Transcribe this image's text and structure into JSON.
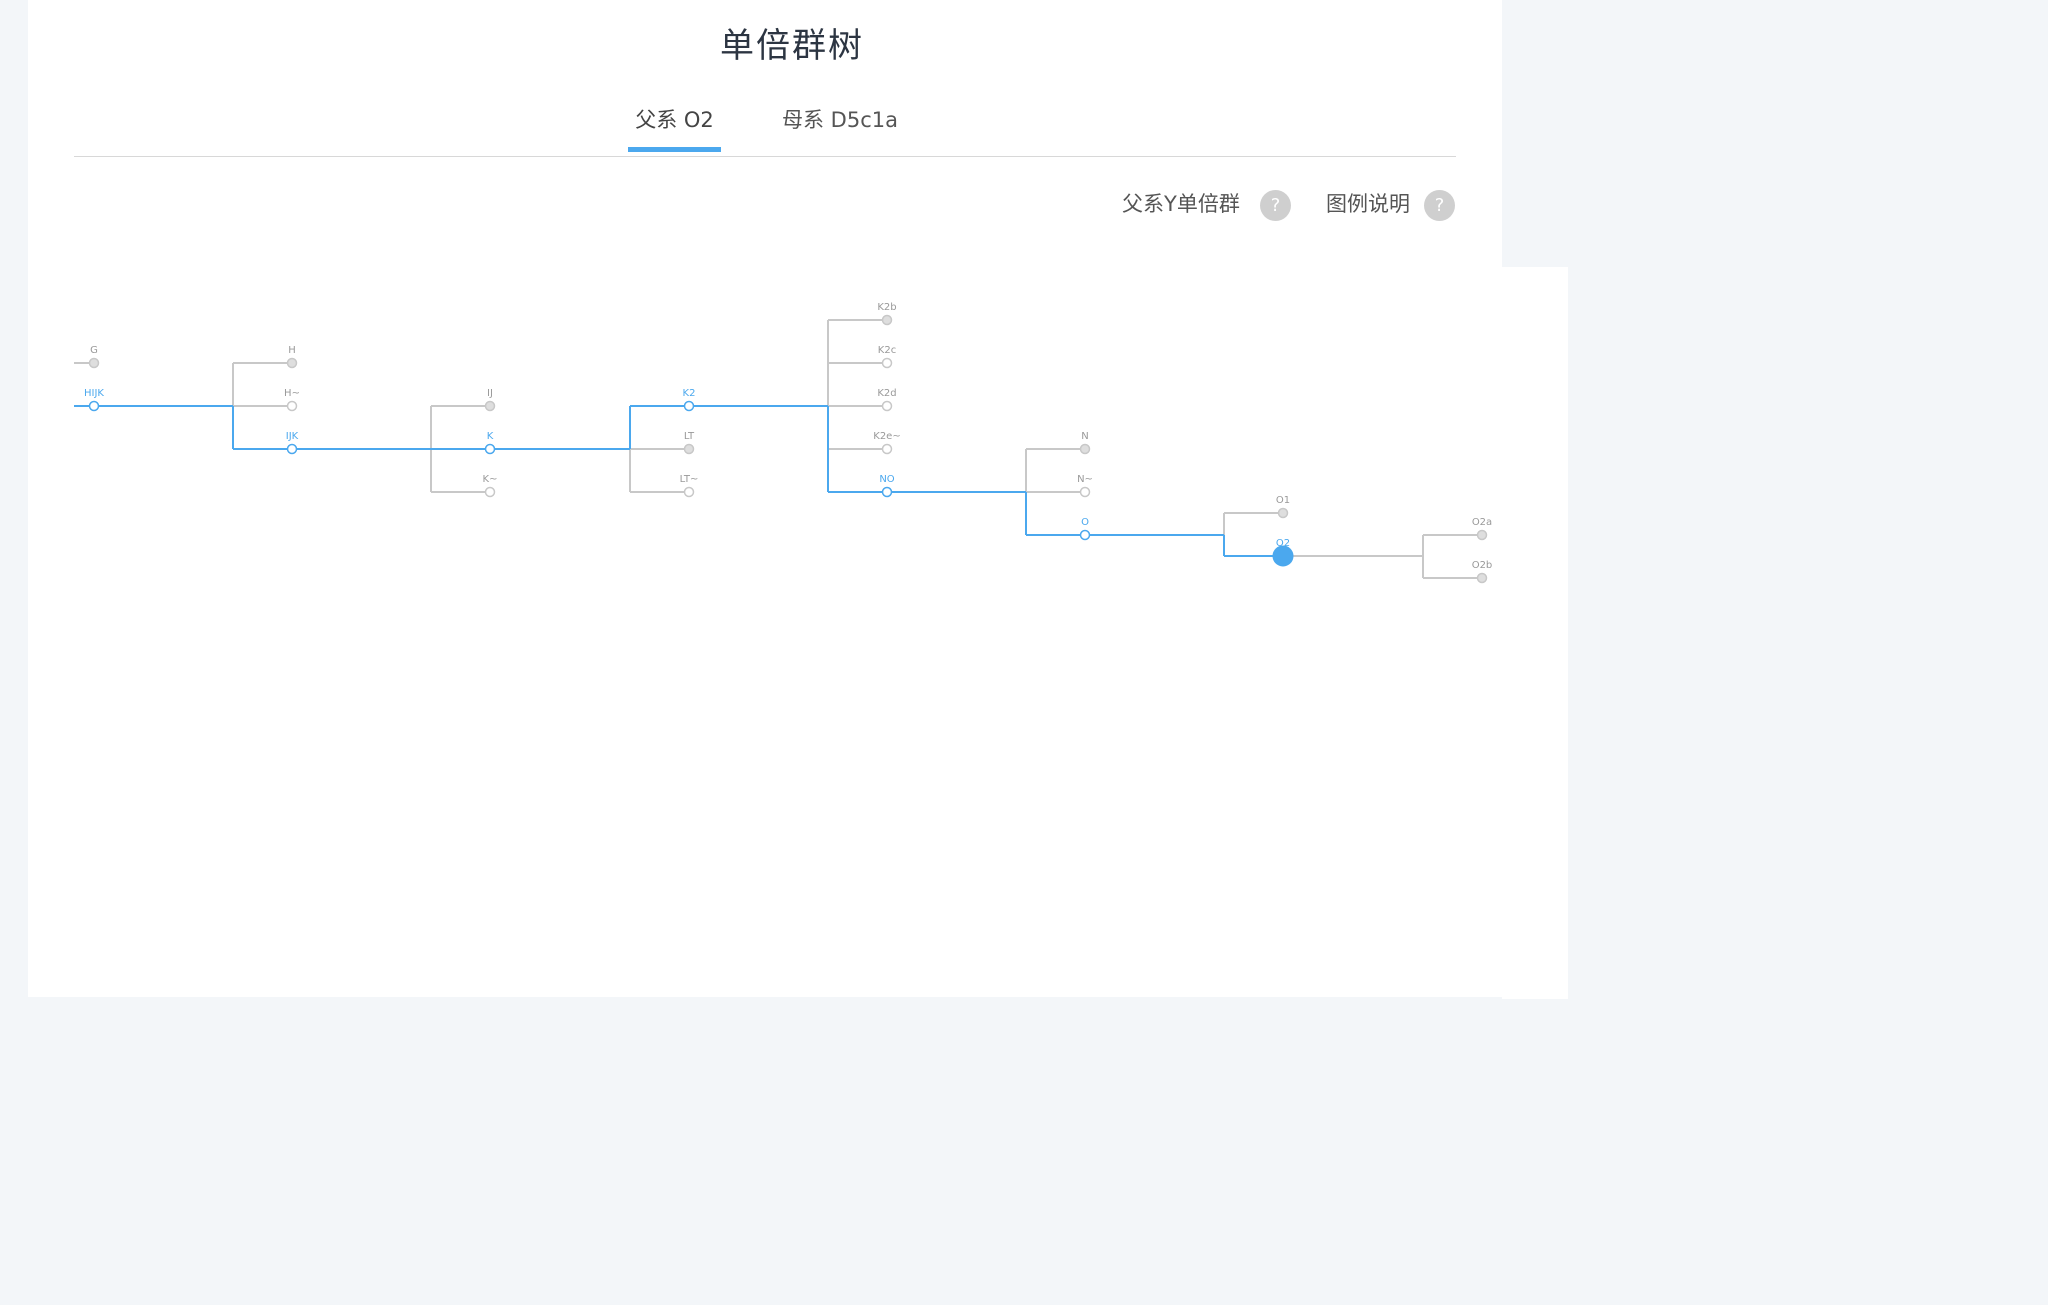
{
  "page": {
    "title": "单倍群树",
    "tabs": [
      {
        "label": "父系 O2",
        "active": true
      },
      {
        "label": "母系 D5c1a",
        "active": false
      }
    ],
    "help_links": [
      {
        "label": "父系Y单倍群",
        "icon": "question-icon"
      },
      {
        "label": "图例说明",
        "icon": "question-icon"
      }
    ],
    "help_glyph": "?"
  },
  "colors": {
    "path_highlight": "#4ba8ee",
    "branch": "#c8c8c8",
    "node_fill_gray": "#dedede",
    "label_gray": "#999999",
    "label_highlight": "#4ba8ee",
    "background": "#f3f6f9"
  },
  "tree": {
    "current_node": "O2",
    "nodes": [
      {
        "id": "G",
        "label": "G",
        "parent": null,
        "style": "filled-gray"
      },
      {
        "id": "HIJK",
        "label": "HIJK",
        "parent": null,
        "style": "path"
      },
      {
        "id": "H",
        "label": "H",
        "parent": "HIJK",
        "style": "filled-gray"
      },
      {
        "id": "H~",
        "label": "H~",
        "parent": "HIJK",
        "style": "hollow-gray"
      },
      {
        "id": "IJK",
        "label": "IJK",
        "parent": "HIJK",
        "style": "path"
      },
      {
        "id": "IJ",
        "label": "IJ",
        "parent": "IJK",
        "style": "filled-gray"
      },
      {
        "id": "K",
        "label": "K",
        "parent": "IJK",
        "style": "path"
      },
      {
        "id": "K~",
        "label": "K~",
        "parent": "IJK",
        "style": "hollow-gray"
      },
      {
        "id": "K2",
        "label": "K2",
        "parent": "K",
        "style": "path"
      },
      {
        "id": "LT",
        "label": "LT",
        "parent": "K",
        "style": "filled-gray"
      },
      {
        "id": "LT~",
        "label": "LT~",
        "parent": "K",
        "style": "hollow-gray"
      },
      {
        "id": "K2b",
        "label": "K2b",
        "parent": "K2",
        "style": "filled-gray"
      },
      {
        "id": "K2c",
        "label": "K2c",
        "parent": "K2",
        "style": "hollow-gray"
      },
      {
        "id": "K2d",
        "label": "K2d",
        "parent": "K2",
        "style": "hollow-gray"
      },
      {
        "id": "K2e~",
        "label": "K2e~",
        "parent": "K2",
        "style": "hollow-gray"
      },
      {
        "id": "NO",
        "label": "NO",
        "parent": "K2",
        "style": "path"
      },
      {
        "id": "N",
        "label": "N",
        "parent": "NO",
        "style": "filled-gray"
      },
      {
        "id": "N~",
        "label": "N~",
        "parent": "NO",
        "style": "hollow-gray"
      },
      {
        "id": "O",
        "label": "O",
        "parent": "NO",
        "style": "path"
      },
      {
        "id": "O1",
        "label": "O1",
        "parent": "O",
        "style": "filled-gray"
      },
      {
        "id": "O2",
        "label": "O2",
        "parent": "O",
        "style": "current"
      },
      {
        "id": "O2a",
        "label": "O2a",
        "parent": "O2",
        "style": "filled-gray"
      },
      {
        "id": "O2b",
        "label": "O2b",
        "parent": "O2",
        "style": "filled-gray"
      }
    ]
  }
}
